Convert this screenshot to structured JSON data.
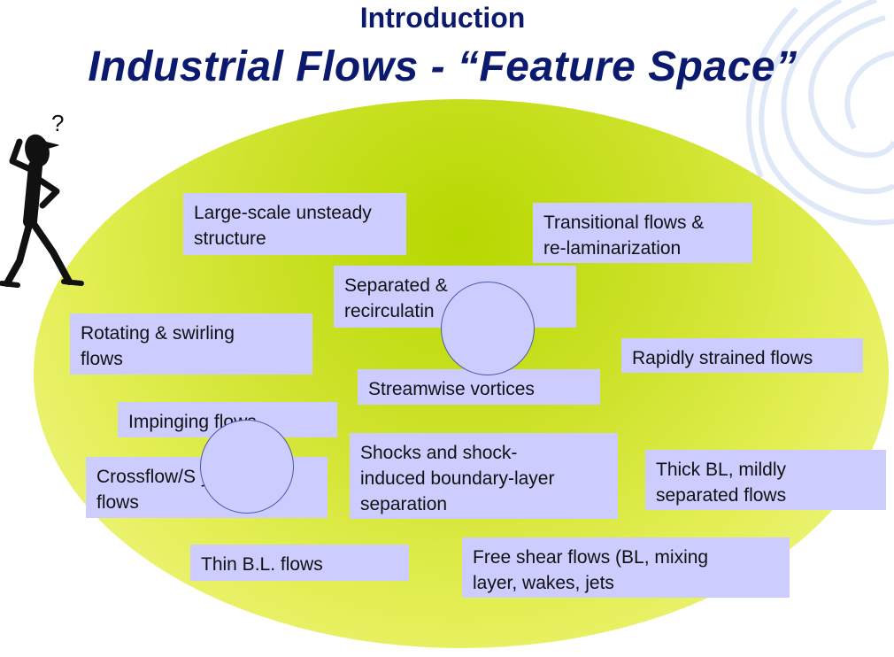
{
  "header": {
    "small_title": "Introduction",
    "main_title": "Industrial Flows - “Feature Space”"
  },
  "labels": {
    "large_scale": "Large-scale unsteady\nstructure",
    "transitional": "Transitional flows &\nre-laminarization",
    "separated": "Separated &\nrecirculatin",
    "rotating": "Rotating & swirling\nflows",
    "rapidly": "Rapidly strained flows",
    "streamwise": "Streamwise vortices",
    "impinging": "Impinging flows",
    "crossflow": "Crossflow/S          y\nflows",
    "shocks": "Shocks and shock-\ninduced boundary-layer\nseparation",
    "thick_bl": "Thick BL, mildly\nseparated flows",
    "thin_bl": "Thin B.L. flows",
    "free_shear": " Free shear flows (BL, mixing\nlayer, wakes, jets"
  },
  "colors": {
    "title": "#0b1a6e",
    "box_fill": "#ccccff",
    "ellipse_center": "#b6d800",
    "ellipse_edge": "#f4f79a"
  },
  "icons": {
    "thinking_figure": "thinking-person-icon",
    "background_swirl": "swirl-decoration"
  }
}
